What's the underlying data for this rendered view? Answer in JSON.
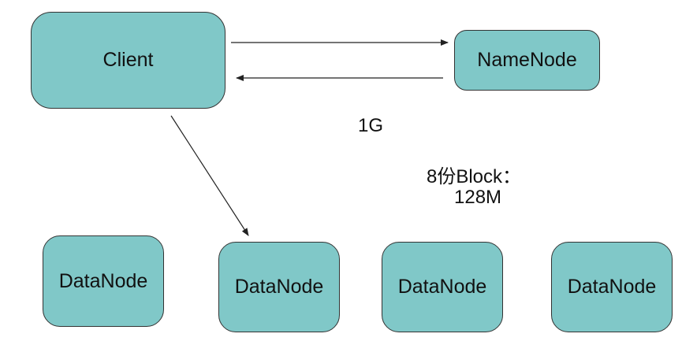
{
  "colors": {
    "node_fill": "#80c8c8",
    "node_border": "#333333",
    "arrow": "#222222",
    "text": "#111111"
  },
  "nodes": {
    "client": "Client",
    "namenode": "NameNode",
    "datanode_1": "DataNode",
    "datanode_2": "DataNode",
    "datanode_3": "DataNode",
    "datanode_4": "DataNode"
  },
  "annotations": {
    "file_size": "1G",
    "block_count": "8份Block：",
    "block_size": "128M"
  }
}
